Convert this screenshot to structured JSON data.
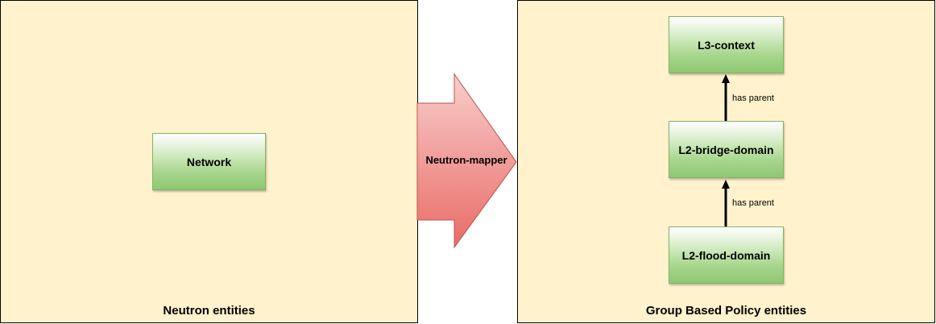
{
  "panels": {
    "left_caption": "Neutron entities",
    "right_caption": "Group Based Policy entities"
  },
  "entities": {
    "network": "Network",
    "l3_context": "L3-context",
    "l2_bridge_domain": "L2-bridge-domain",
    "l2_flood_domain": "L2-flood-domain"
  },
  "mapper": {
    "label": "Neutron-mapper"
  },
  "relations": {
    "bridge_to_l3": "has parent",
    "flood_to_bridge": "has parent"
  },
  "colors": {
    "panel_fill": "#fff2cc",
    "entity_fill": "#a6d58c",
    "entity_stroke": "#82b366",
    "arrow_fill_top": "#f8cecc",
    "arrow_fill_bottom": "#ea6b66",
    "arrow_stroke": "#b85450"
  }
}
